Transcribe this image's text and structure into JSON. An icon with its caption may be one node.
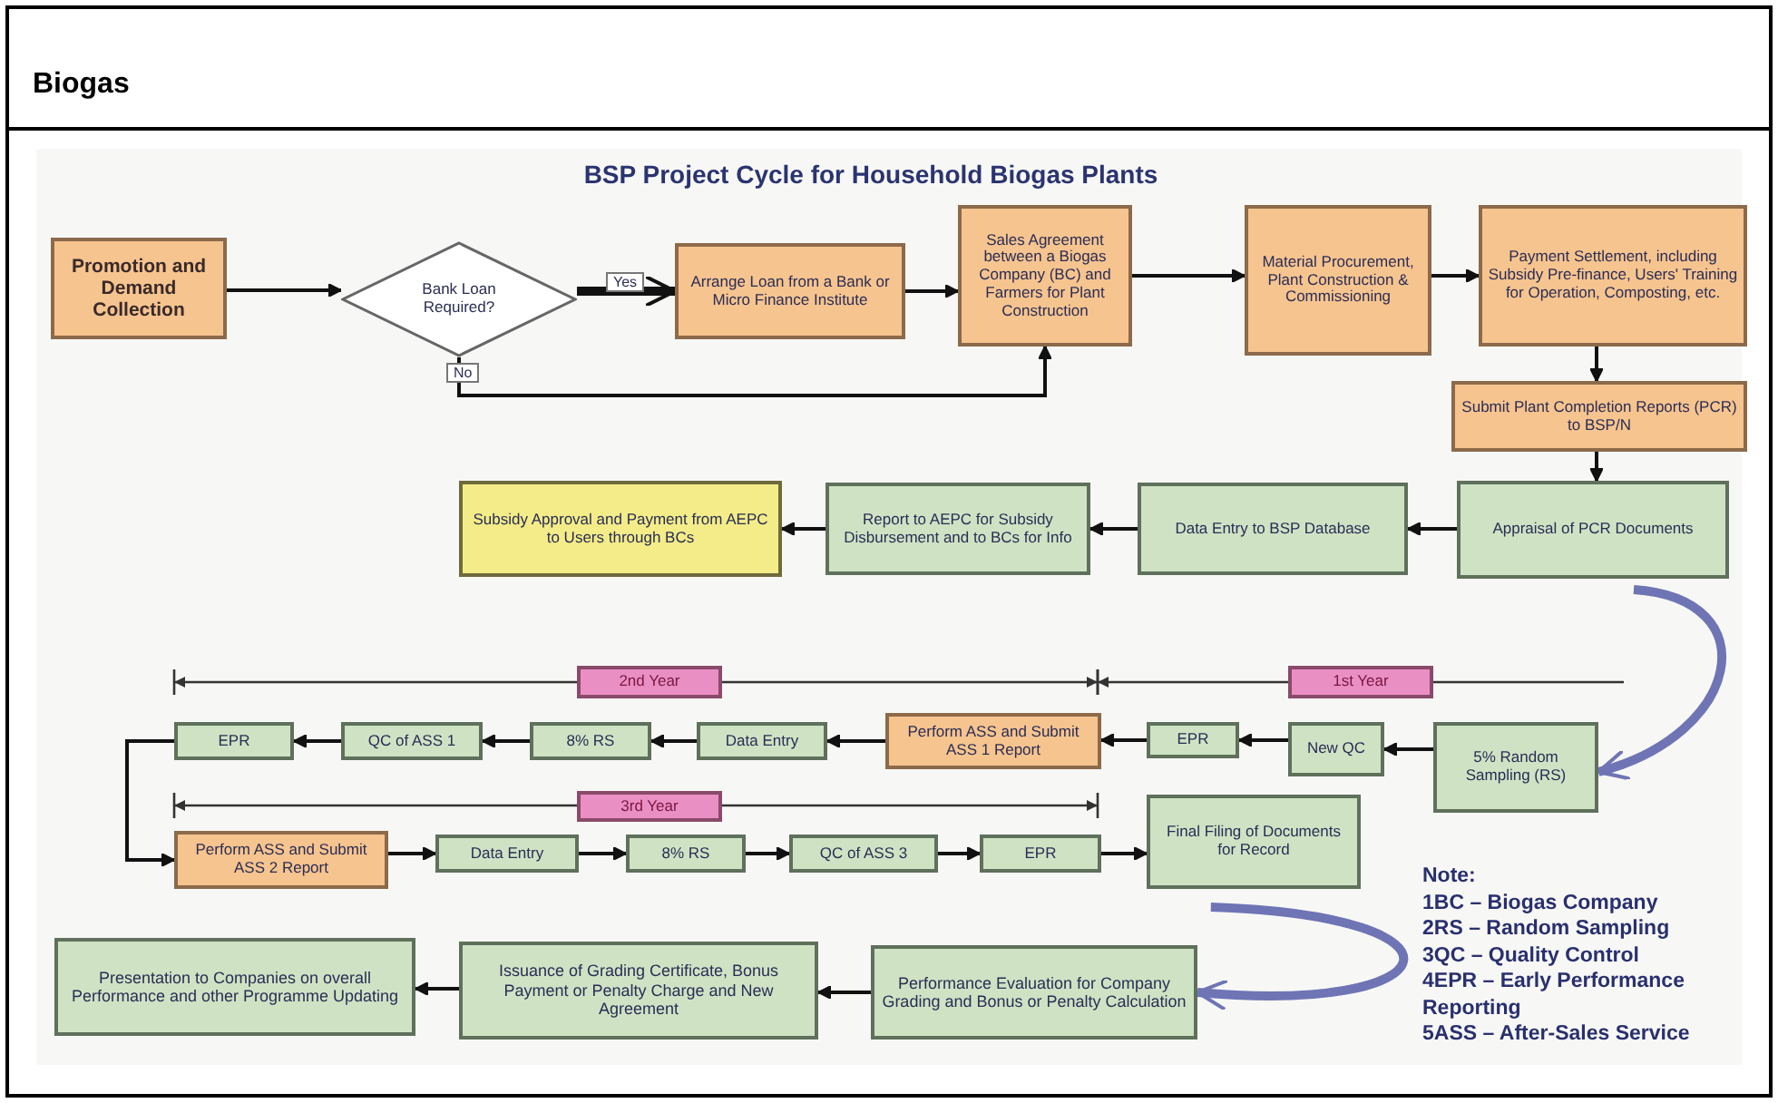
{
  "diagram": {
    "title": "Biogas",
    "nodes": [
      {
        "text": [
          "Promotion and Demand Collection"
        ]
      },
      {
        "text": [
          "Bank Loan Required?"
        ]
      },
      {
        "text": [
          "Arrange Loan from a Bank or Micro Finance Institute"
        ]
      },
      {
        "text": [
          "Sales Agreement between a Biogas Company (BC) and Farmers for Plant Construction"
        ]
      },
      {
        "text": [
          "Material Procurement, Plant Construction & Commissioning"
        ]
      },
      {
        "text": [
          "Payment Settlement, including Subsidy Pre-finance, Users' Training for Operation, Composting, etc."
        ]
      },
      {
        "text": [
          "Submit Plant Completion Reports (PCR) to BSP/N"
        ]
      },
      {
        "text": [
          "Appraisal of PCR Documents"
        ]
      },
      {
        "text": [
          "Data Entry to BSP Database"
        ]
      },
      {
        "text": [
          "Report to AEPC for Subsidy Disbursement and to BCs for Info"
        ]
      },
      {
        "text": [
          "Subsidy Approval and Payment from AEPC to Users through BCs"
        ]
      },
      {
        "text": [
          "2nd Year"
        ]
      },
      {
        "text": [
          "1st Year"
        ]
      },
      {
        "text": [
          "EPR"
        ]
      },
      {
        "text": [
          "QC of ASS 1"
        ]
      },
      {
        "text": [
          "8% RS"
        ]
      },
      {
        "text": [
          "Data Entry"
        ]
      },
      {
        "text": [
          "Perform ASS and Submit ASS 1 Report"
        ]
      },
      {
        "text": [
          "EPR"
        ]
      },
      {
        "text": [
          "New QC"
        ]
      },
      {
        "text": [
          "5% Random Sampling (RS)"
        ]
      },
      {
        "text": [
          "3rd Year"
        ]
      },
      {
        "text": [
          "Perform ASS and Submit ASS 2 Report"
        ]
      },
      {
        "text": [
          "Data Entry"
        ]
      },
      {
        "text": [
          "8% RS"
        ]
      },
      {
        "text": [
          "QC of ASS 3"
        ]
      },
      {
        "text": [
          "EPR"
        ]
      },
      {
        "text": [
          "Final Filing of Documents for Record"
        ]
      },
      {
        "text": [
          "Performance Evaluation for Company Grading and Bonus or Penalty Calculation"
        ]
      },
      {
        "text": [
          "Issuance of Grading Certificate, Bonus Payment or Penalty Charge and New Agreement"
        ]
      },
      {
        "text": [
          "Presentation to Companies on overall Performance and other Programme Updating"
        ]
      }
    ],
    "edges": [
      {
        "from": 0,
        "to": 1,
        "arrow": "to"
      },
      {
        "from": 1,
        "to": 2,
        "arrow": "to",
        "label": "Yes",
        "style": "thick"
      },
      {
        "from": 1,
        "to": 3,
        "arrow": "to",
        "label": "No"
      },
      {
        "from": 2,
        "to": 3,
        "arrow": "to"
      },
      {
        "from": 3,
        "to": 4,
        "arrow": "to"
      },
      {
        "from": 4,
        "to": 5,
        "arrow": "to"
      },
      {
        "from": 5,
        "to": 6,
        "arrow": "to"
      },
      {
        "from": 6,
        "to": 7,
        "arrow": "to"
      },
      {
        "from": 7,
        "to": 8,
        "arrow": "to"
      },
      {
        "from": 8,
        "to": 9,
        "arrow": "to"
      },
      {
        "from": 9,
        "to": 10,
        "arrow": "to"
      },
      {
        "from": 7,
        "to": 20,
        "arrow": "to",
        "style": "thick",
        "color": "#6f74b5"
      },
      {
        "from": 20,
        "to": 19,
        "arrow": "to"
      },
      {
        "from": 19,
        "to": 18,
        "arrow": "to"
      },
      {
        "from": 18,
        "to": 17,
        "arrow": "to"
      },
      {
        "from": 17,
        "to": 16,
        "arrow": "to"
      },
      {
        "from": 16,
        "to": 15,
        "arrow": "to"
      },
      {
        "from": 15,
        "to": 14,
        "arrow": "to"
      },
      {
        "from": 14,
        "to": 13,
        "arrow": "to"
      },
      {
        "from": 13,
        "to": 22,
        "arrow": "to"
      },
      {
        "from": 22,
        "to": 23,
        "arrow": "to"
      },
      {
        "from": 23,
        "to": 24,
        "arrow": "to"
      },
      {
        "from": 24,
        "to": 25,
        "arrow": "to"
      },
      {
        "from": 25,
        "to": 26,
        "arrow": "to"
      },
      {
        "from": 26,
        "to": 27,
        "arrow": "to"
      },
      {
        "from": 27,
        "to": 28,
        "arrow": "to",
        "style": "thick",
        "color": "#6f74b5"
      },
      {
        "from": 28,
        "to": 29,
        "arrow": "to"
      },
      {
        "from": 29,
        "to": 30,
        "arrow": "to"
      }
    ],
    "labels": [
      "BSP Project Cycle for Household Biogas Plants",
      "Note:",
      "1BC – Biogas Company",
      "2RS – Random Sampling",
      "3QC – Quality Control",
      "4EPR – Early Performance Reporting",
      "5ASS – After-Sales Service"
    ]
  }
}
